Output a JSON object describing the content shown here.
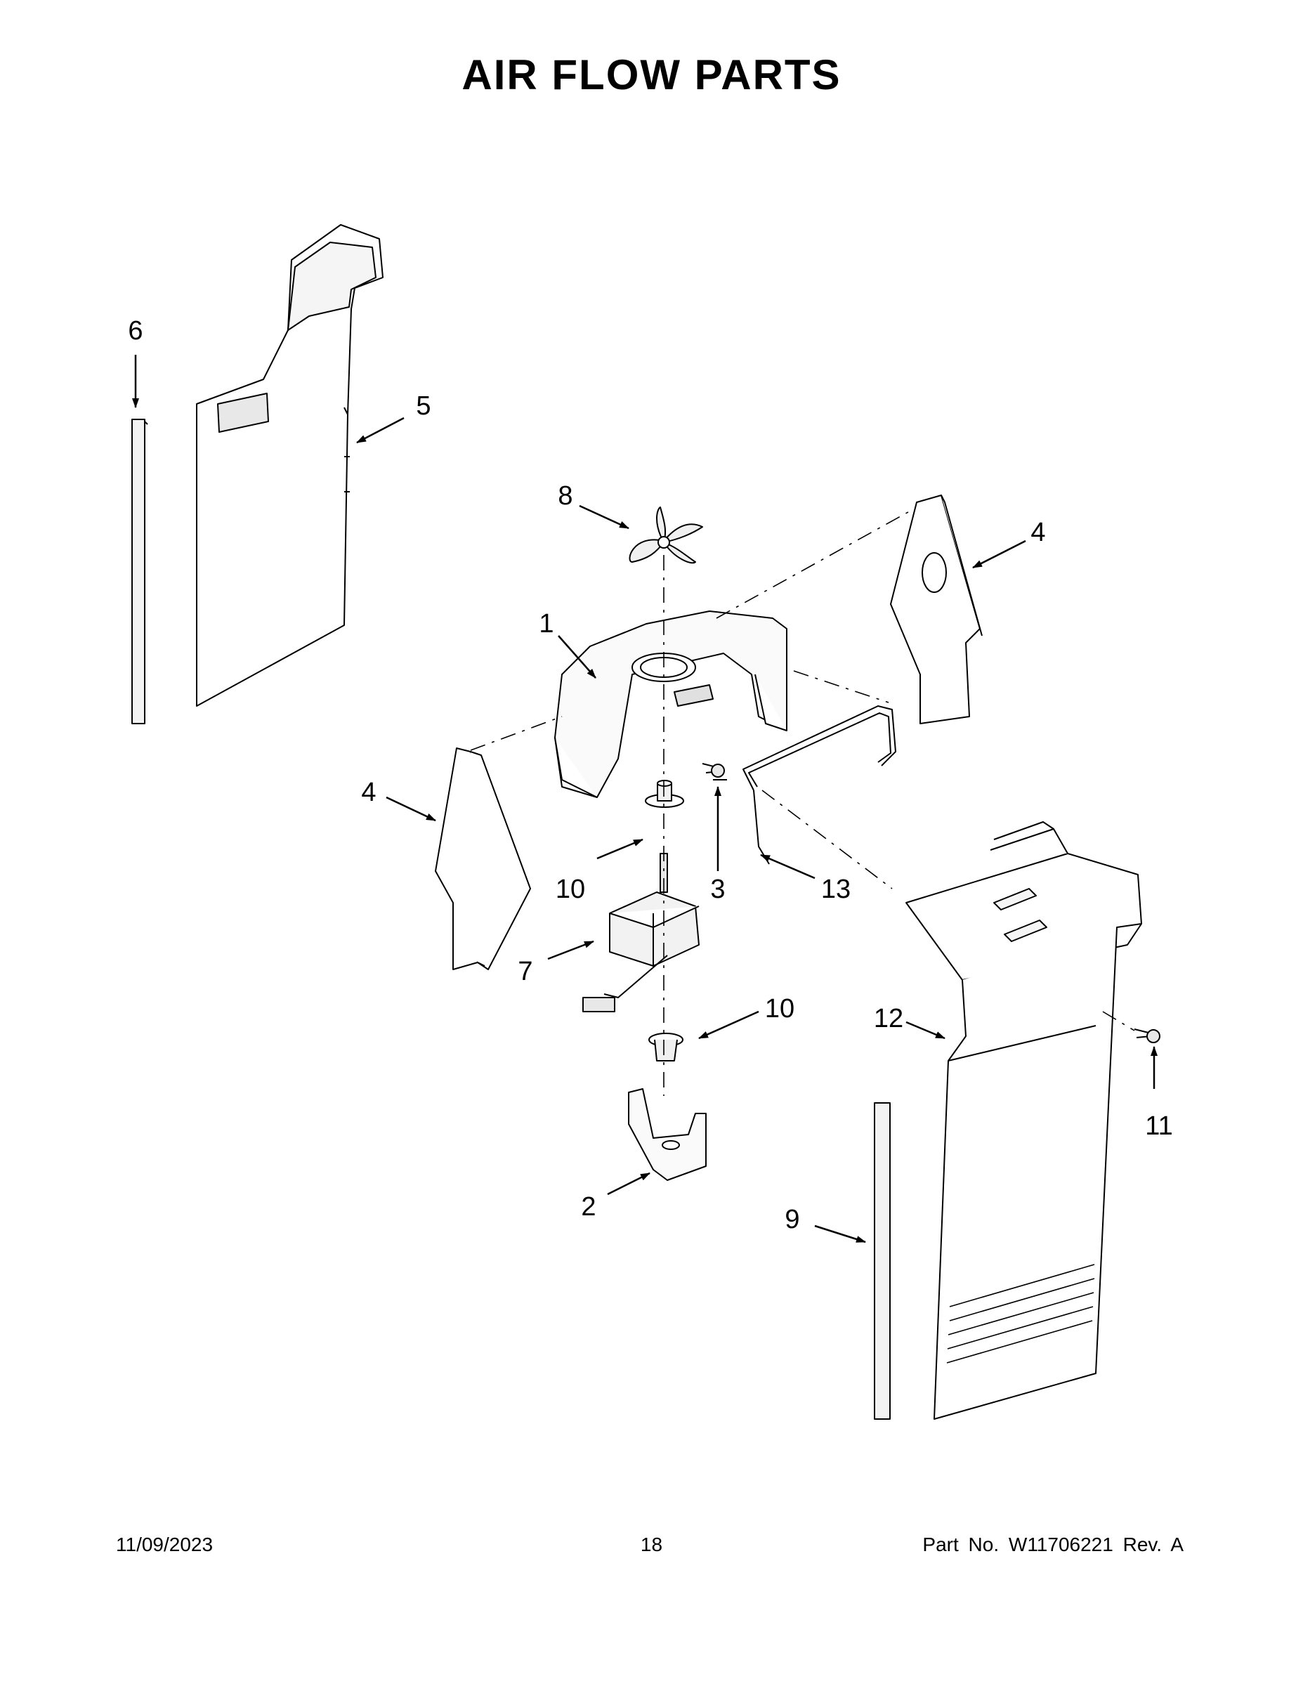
{
  "page": {
    "title": "AIR FLOW PARTS"
  },
  "callouts": [
    {
      "id": "6",
      "label": "6"
    },
    {
      "id": "5",
      "label": "5"
    },
    {
      "id": "8",
      "label": "8"
    },
    {
      "id": "4a",
      "label": "4"
    },
    {
      "id": "1",
      "label": "1"
    },
    {
      "id": "4b",
      "label": "4"
    },
    {
      "id": "3",
      "label": "3"
    },
    {
      "id": "10a",
      "label": "10"
    },
    {
      "id": "13",
      "label": "13"
    },
    {
      "id": "7",
      "label": "7"
    },
    {
      "id": "10b",
      "label": "10"
    },
    {
      "id": "12",
      "label": "12"
    },
    {
      "id": "11",
      "label": "11"
    },
    {
      "id": "2",
      "label": "2"
    },
    {
      "id": "9",
      "label": "9"
    }
  ],
  "footer": {
    "date": "11/09/2023",
    "page_number": "18",
    "part_number": "Part No.  W11706221  Rev.  A"
  }
}
